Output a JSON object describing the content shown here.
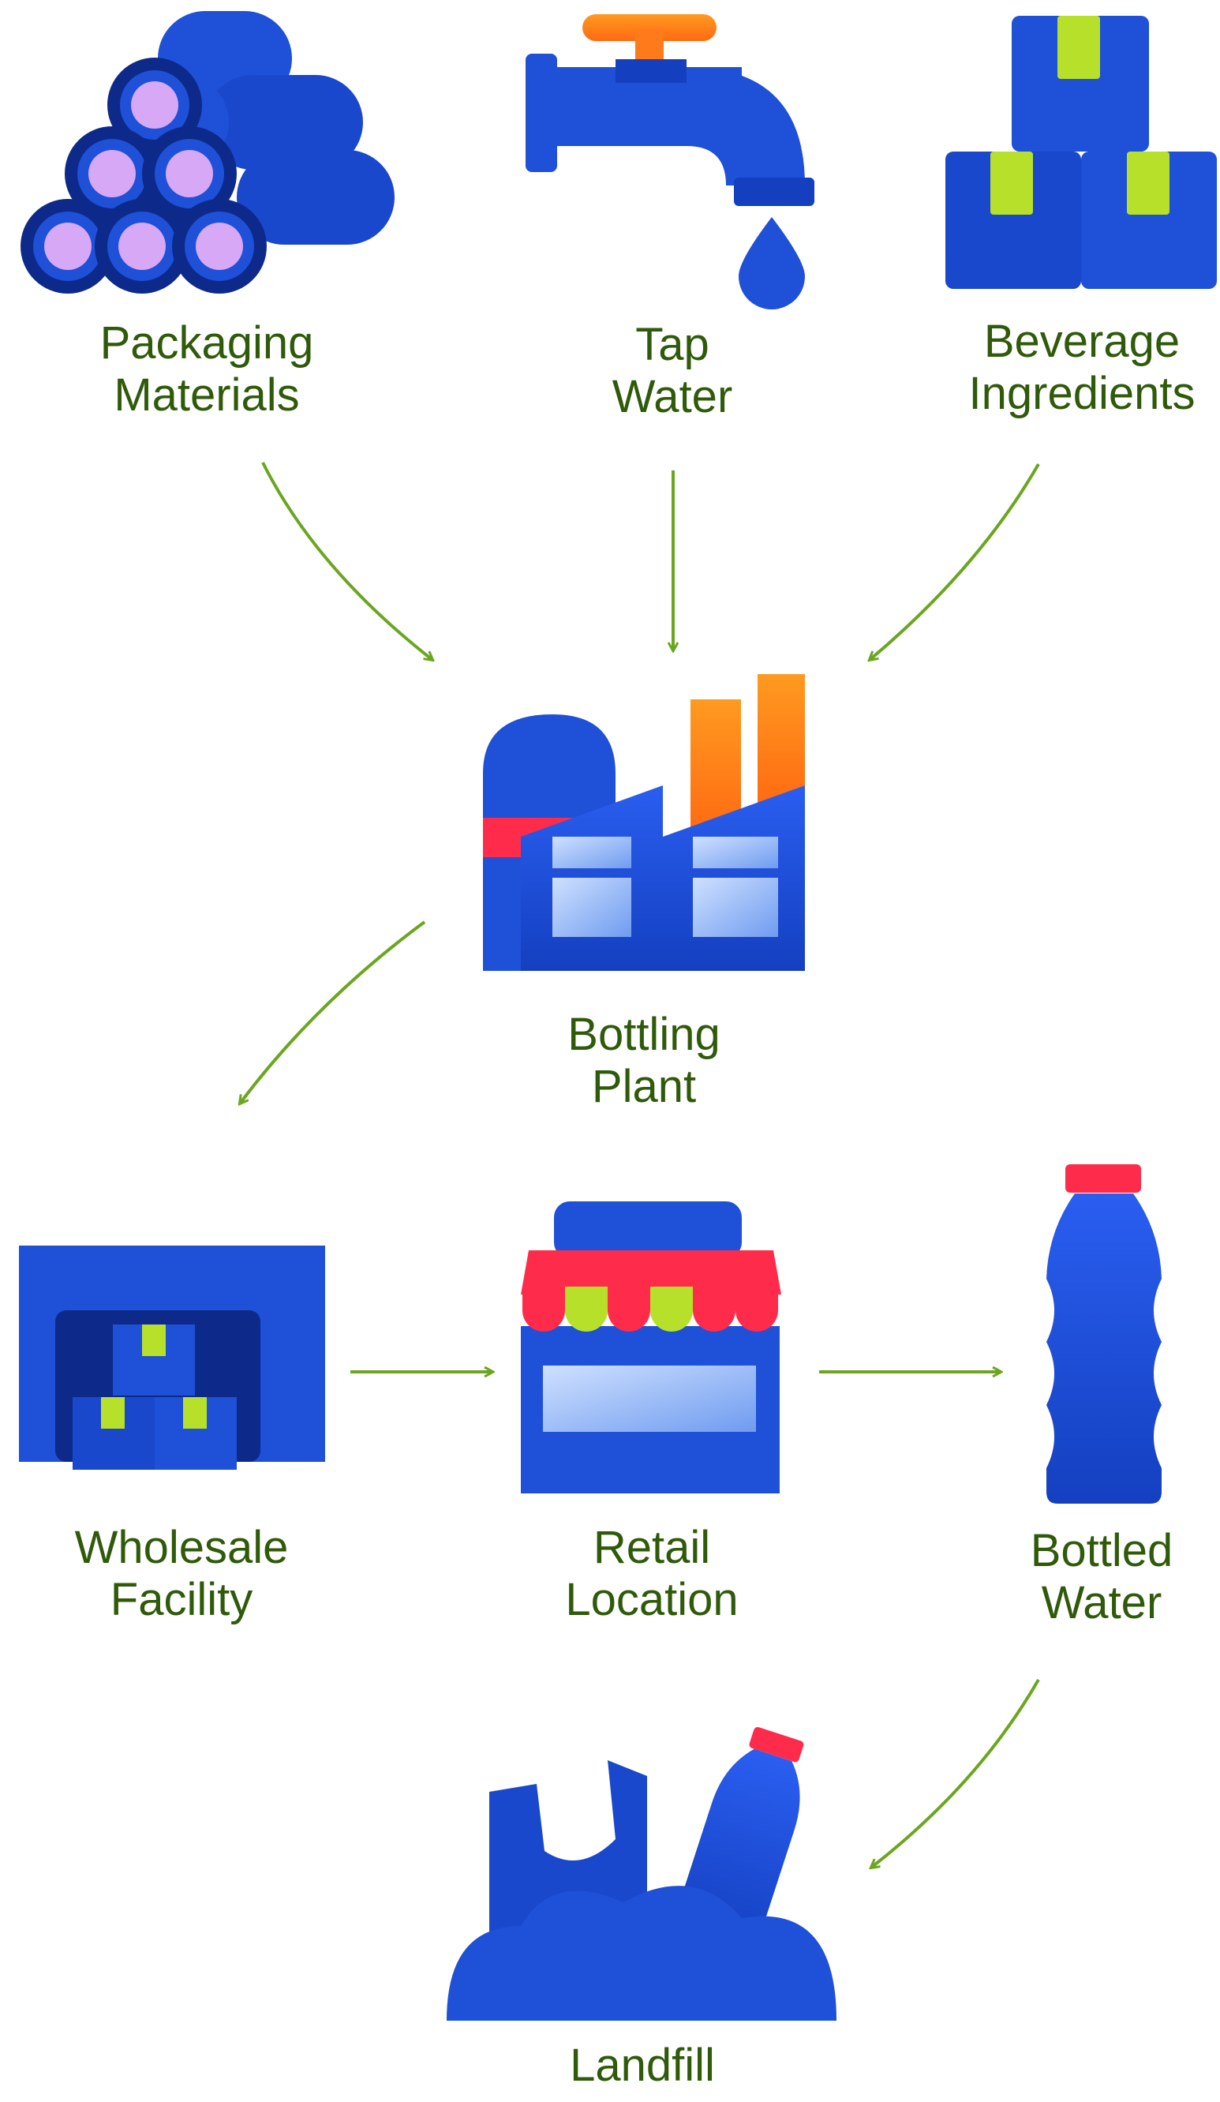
{
  "diagram": {
    "nodes": {
      "packaging": {
        "line1": "Packaging",
        "line2": "Materials",
        "icon": "pipes-stack-icon"
      },
      "tap": {
        "line1": "Tap",
        "line2": "Water",
        "icon": "faucet-icon"
      },
      "ingredients": {
        "line1": "Beverage",
        "line2": "Ingredients",
        "icon": "boxes-icon"
      },
      "plant": {
        "line1": "Bottling",
        "line2": "Plant",
        "icon": "factory-icon"
      },
      "wholesale": {
        "line1": "Wholesale",
        "line2": "Facility",
        "icon": "warehouse-icon"
      },
      "retail": {
        "line1": "Retail",
        "line2": "Location",
        "icon": "storefront-icon"
      },
      "bottled": {
        "line1": "Bottled",
        "line2": "Water",
        "icon": "bottle-icon"
      },
      "landfill": {
        "line1": "Landfill",
        "icon": "landfill-icon"
      }
    },
    "edges": [
      {
        "from": "packaging",
        "to": "plant"
      },
      {
        "from": "tap",
        "to": "plant"
      },
      {
        "from": "ingredients",
        "to": "plant"
      },
      {
        "from": "plant",
        "to": "wholesale"
      },
      {
        "from": "wholesale",
        "to": "retail"
      },
      {
        "from": "retail",
        "to": "bottled"
      },
      {
        "from": "bottled",
        "to": "landfill"
      }
    ],
    "colors": {
      "icon_blue": "#1e50d8",
      "icon_dark": "#0d2a8a",
      "accent_orange": "#ff7a1a",
      "accent_red": "#ff2b4a",
      "accent_green": "#b6e02a",
      "accent_lavender": "#d6a8f5",
      "arrow_green": "#6aa620",
      "label_green": "#2f5a0a"
    }
  }
}
